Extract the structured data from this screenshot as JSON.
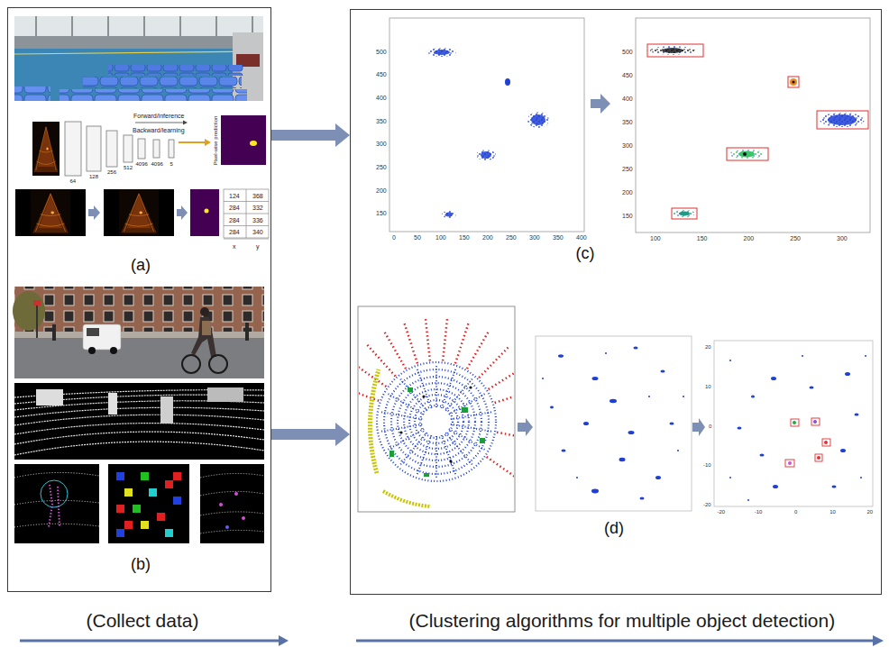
{
  "diagram": {
    "nodes": [
      {
        "text": [
          "(a)",
          "(b)"
        ]
      },
      {
        "text": [
          "(c)",
          "(d)"
        ]
      }
    ],
    "edges": [
      {
        "from": 0,
        "to": 1,
        "arrow": "to"
      },
      {
        "from": 0,
        "to": 1,
        "arrow": "to"
      }
    ],
    "labels": [
      "Forward/inference",
      "Backward/learning",
      "64",
      "128",
      "256",
      "512",
      "4096",
      "4096",
      "5",
      "Pixel-wise prediction",
      "124",
      "368",
      "284",
      "332",
      "284",
      "336",
      "284",
      "340",
      "x",
      "y",
      "(Collect data)",
      "(Clustering algorithms for multiple object detection)",
      "500",
      "450",
      "400",
      "350",
      "300",
      "250",
      "200",
      "150",
      "0",
      "50",
      "100",
      "150",
      "200",
      "250",
      "300",
      "350",
      "400",
      "500",
      "450",
      "400",
      "350",
      "300",
      "250",
      "200",
      "150",
      "100",
      "150",
      "200",
      "250",
      "300",
      "20",
      "10",
      "0",
      "-10",
      "-20",
      "-20",
      "-10",
      "0",
      "10",
      "20"
    ]
  }
}
